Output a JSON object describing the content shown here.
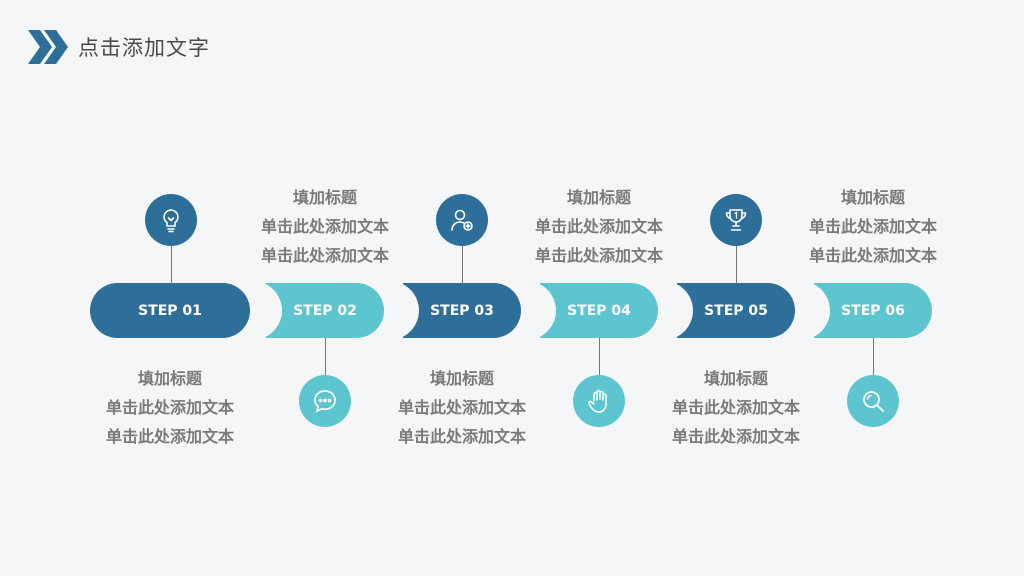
{
  "header": {
    "title": "点击添加文字",
    "icon": "double-chevron-right-icon",
    "accent": "#2d6f99"
  },
  "colors": {
    "dark": "#2d6f99",
    "light": "#5cc5cf",
    "text": "#7a7a7a",
    "background": "#f5f6f7"
  },
  "steps": [
    {
      "label": "STEP 01",
      "icon": "lightbulb-icon",
      "title": "填加标题",
      "line1": "单击此处添加文本",
      "line2": "单击此处添加文本"
    },
    {
      "label": "STEP 02",
      "icon": "chat-bubble-icon",
      "title": "填加标题",
      "line1": "单击此处添加文本",
      "line2": "单击此处添加文本"
    },
    {
      "label": "STEP 03",
      "icon": "user-add-icon",
      "title": "填加标题",
      "line1": "单击此处添加文本",
      "line2": "单击此处添加文本"
    },
    {
      "label": "STEP 04",
      "icon": "hand-icon",
      "title": "填加标题",
      "line1": "单击此处添加文本",
      "line2": "单击此处添加文本"
    },
    {
      "label": "STEP 05",
      "icon": "trophy-icon",
      "title": "填加标题",
      "line1": "单击此处添加文本",
      "line2": "单击此处添加文本"
    },
    {
      "label": "STEP 06",
      "icon": "search-icon",
      "title": "填加标题",
      "line1": "单击此处添加文本",
      "line2": "单击此处添加文本"
    }
  ]
}
